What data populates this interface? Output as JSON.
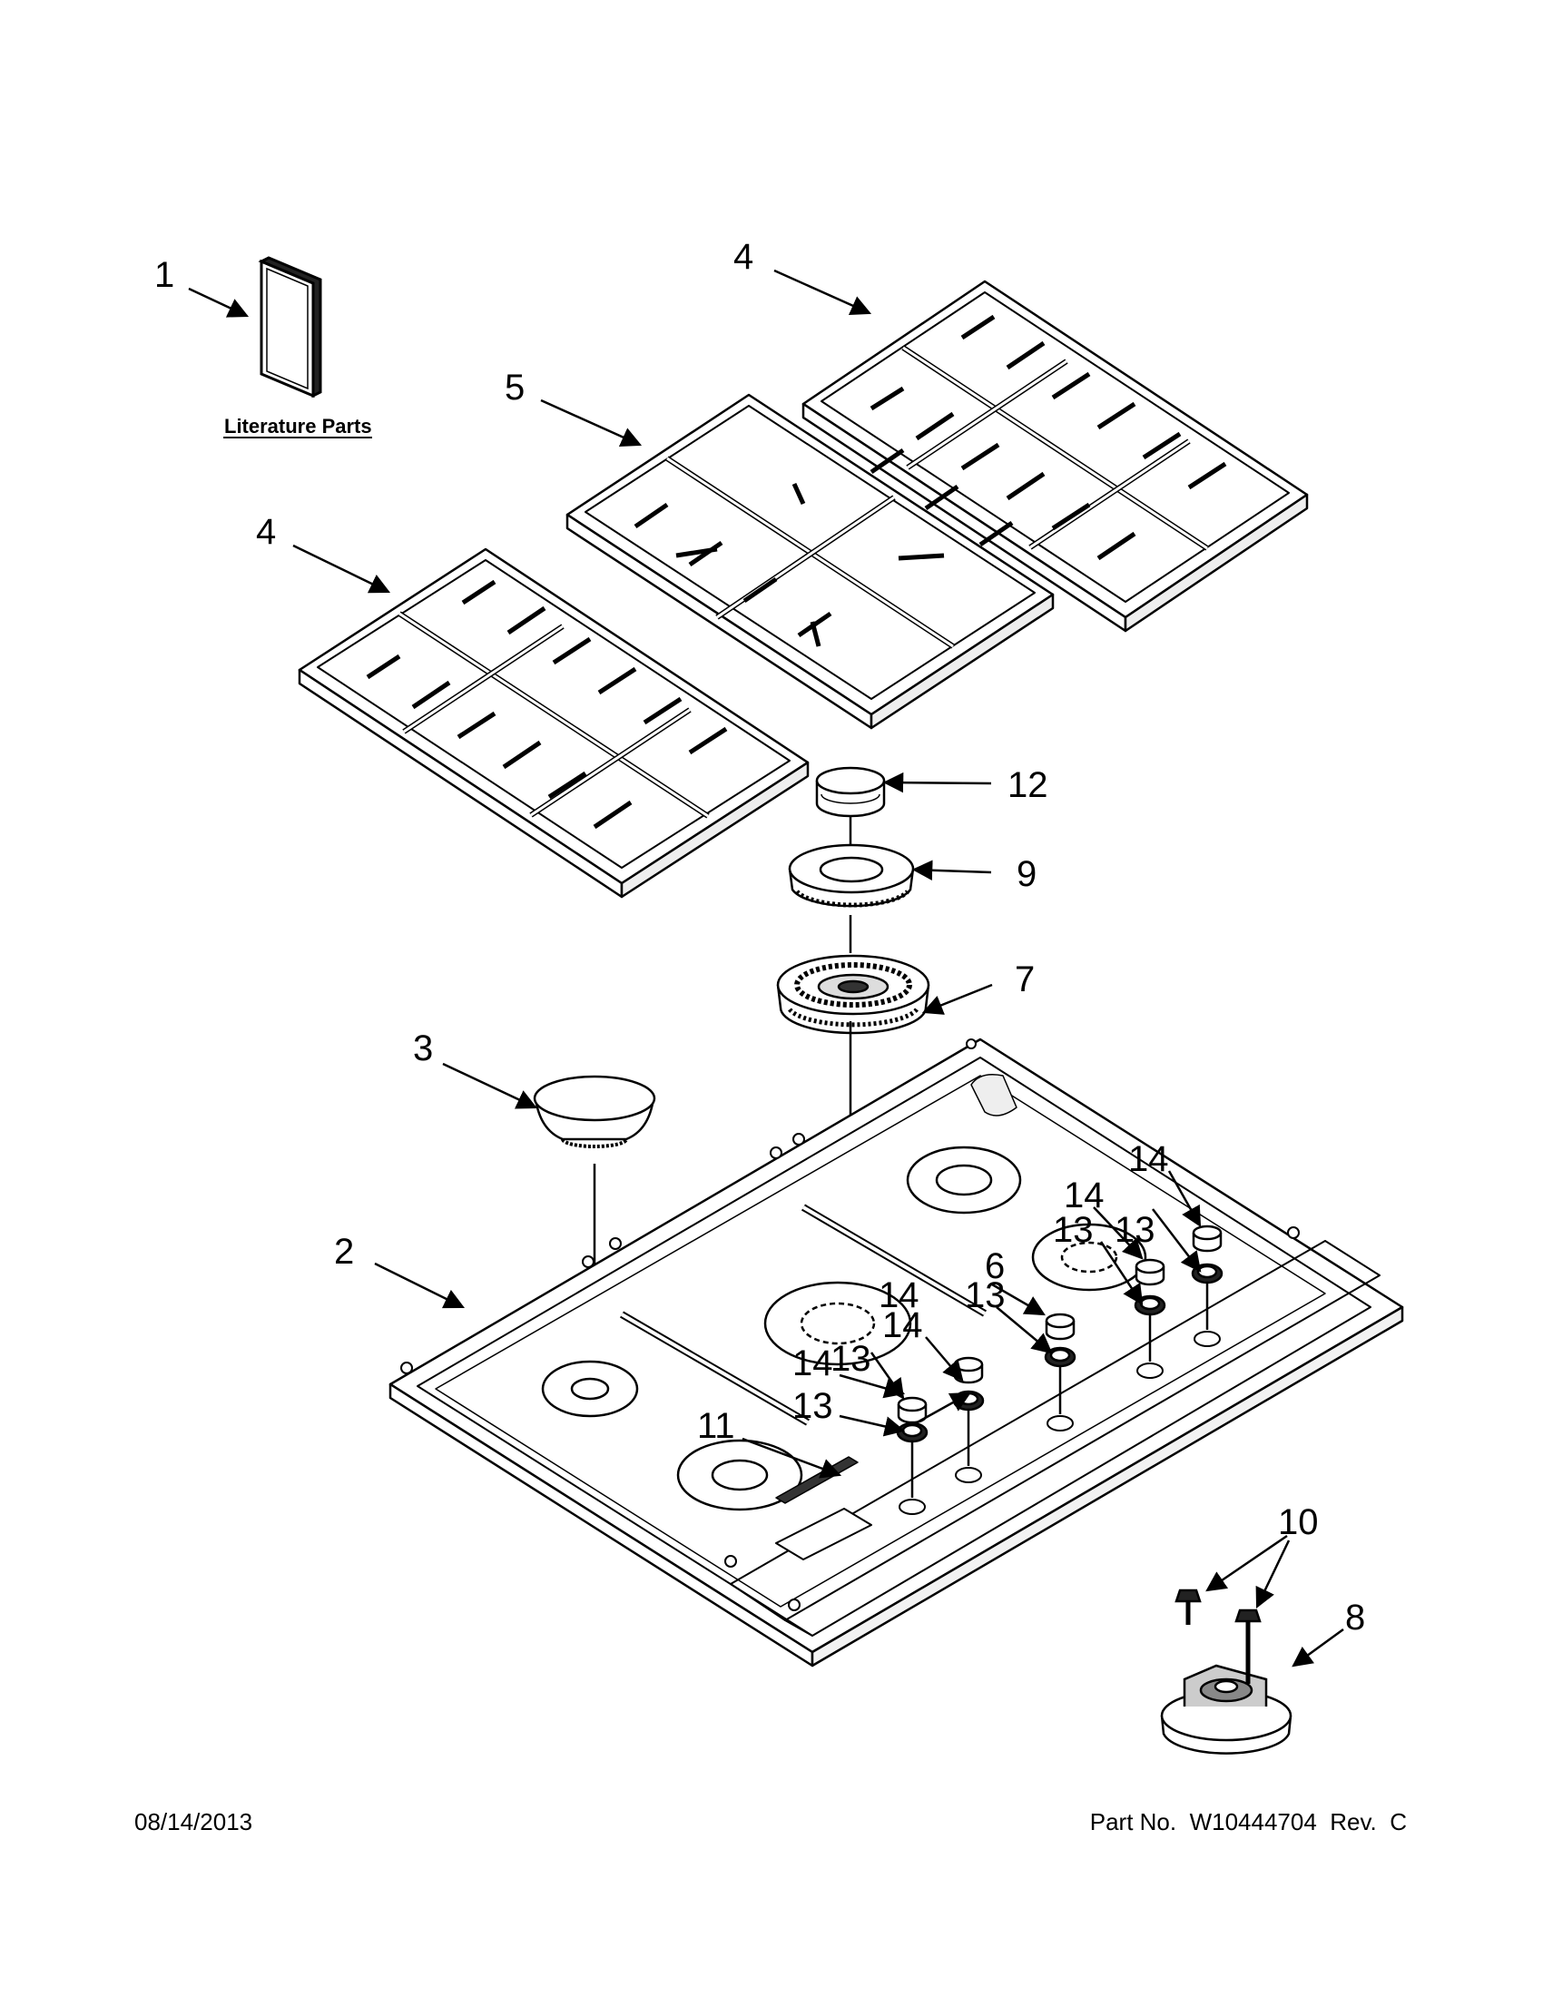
{
  "literature_label": "Literature Parts",
  "callouts": {
    "c1": "1",
    "c2": "2",
    "c3": "3",
    "c4a": "4",
    "c4b": "4",
    "c5": "5",
    "c6": "6",
    "c7": "7",
    "c8": "8",
    "c9": "9",
    "c10": "10",
    "c11": "11",
    "c12": "12",
    "c13a": "13",
    "c13b": "13",
    "c13c": "13",
    "c13d": "13",
    "c13e": "13",
    "c14a": "14",
    "c14b": "14",
    "c14c": "14",
    "c14d": "14",
    "c14e": "14"
  },
  "footer": {
    "date": "08/14/2013",
    "part": "Part No.  W10444704  Rev.  C"
  }
}
